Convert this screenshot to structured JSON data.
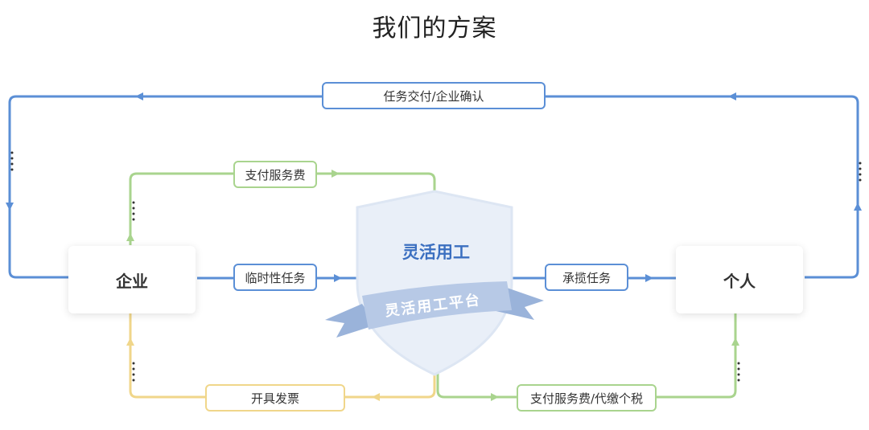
{
  "title": "我们的方案",
  "nodes": {
    "enterprise": "企业",
    "individual": "个人"
  },
  "platform": {
    "shield_label": "灵活用工",
    "ribbon_label": "灵活用工平台"
  },
  "edges": {
    "task_delivery": "任务交付/企业确认",
    "pay_service_fee": "支付服务费",
    "temp_task": "临时性任务",
    "take_task": "承揽任务",
    "invoice": "开具发票",
    "pay_fee_tax": "支付服务费/代缴个税"
  },
  "colors": {
    "blue": "#5b8fd6",
    "green": "#a9d48e",
    "yellow": "#f0d68a",
    "shield": "#e9eff8",
    "ribbon": "#9ab3da"
  }
}
